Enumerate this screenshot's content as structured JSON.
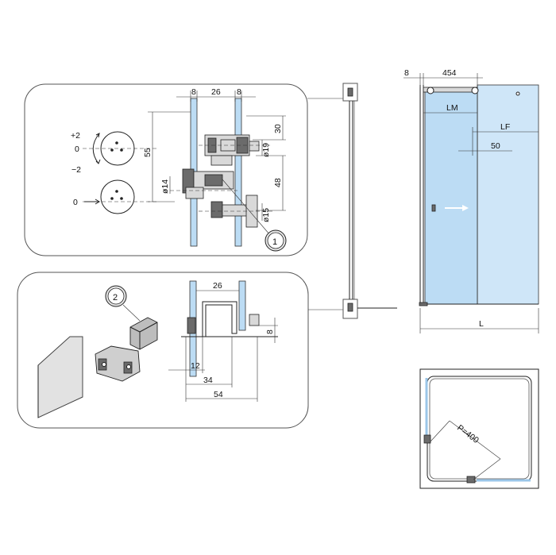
{
  "top_detail": {
    "dim_8_left": "8",
    "dim_26": "26",
    "dim_8_right": "8",
    "dim_55": "55",
    "dim_30": "30",
    "dim_48": "48",
    "dim_d19": "ø19",
    "dim_d14": "ø14",
    "dim_d15": "ø15",
    "rot_plus2": "+2",
    "rot_0_top": "0",
    "rot_minus2": "−2",
    "rot_0_bottom": "0",
    "callout": "1"
  },
  "bottom_detail": {
    "dim_26": "26",
    "dim_8": "8",
    "dim_12": "12",
    "dim_34": "34",
    "dim_54": "54",
    "callout": "2"
  },
  "elevation": {
    "dim_8": "8",
    "dim_454": "454",
    "dim_lm": "LM",
    "dim_lf": "LF",
    "dim_50": "50",
    "dim_l": "L"
  },
  "plan": {
    "radius_label": "P=400"
  }
}
